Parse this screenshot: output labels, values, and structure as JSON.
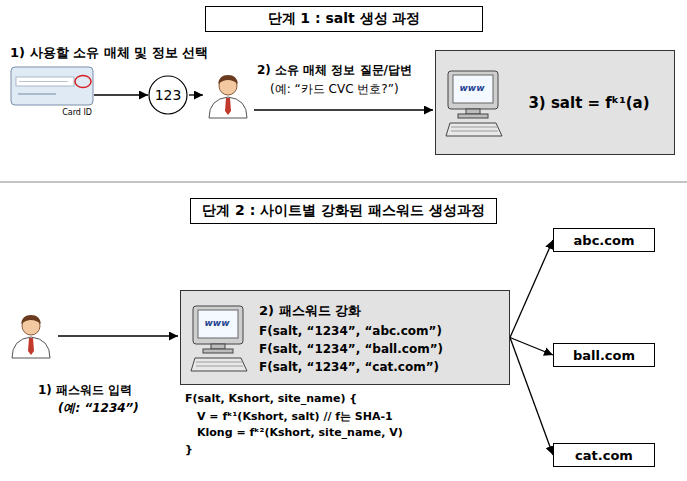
{
  "diagram": {
    "nodes": [
      {
        "text": [
          "단계 1 : salt 생성 과정"
        ]
      },
      {
        "text": [
          "Card ID"
        ]
      },
      {
        "text": [
          "123"
        ]
      },
      {
        "text": [
          "3) salt = fᵏ¹(a)"
        ]
      },
      {
        "text": [
          "단계 2 : 사이트별 강화된 패스워드 생성과정"
        ]
      },
      {
        "text": [
          "2) 패스워드 강화",
          "F(salt, “1234”, “abc.com”)",
          "F(salt, “1234”, “ball.com”)",
          "F(salt, “1234”, “cat.com”)"
        ]
      },
      {
        "text": [
          "abc.com"
        ]
      },
      {
        "text": [
          "ball.com"
        ]
      },
      {
        "text": [
          "cat.com"
        ]
      }
    ],
    "edges": [
      {
        "from": 1,
        "to": 2,
        "arrow": "to"
      },
      {
        "from": 5,
        "to": 6,
        "arrow": "to"
      },
      {
        "from": 5,
        "to": 7,
        "arrow": "to"
      },
      {
        "from": 5,
        "to": 8,
        "arrow": "to"
      }
    ],
    "labels": [
      "1) 사용할 소유 매체 및 정보 선택",
      "2) 소유 매체 정보 질문/답변",
      "(예: “카드 CVC 번호?”)",
      "www",
      "www",
      "1) 패스워드 입력",
      "(예: “1234”)",
      "F(salt, Kshort, site_name) {",
      "V = fᵏ¹(Kshort, salt) // f는 SHA-1",
      "Klong = fᵏ²(Kshort, site_name, V)",
      "}"
    ]
  }
}
